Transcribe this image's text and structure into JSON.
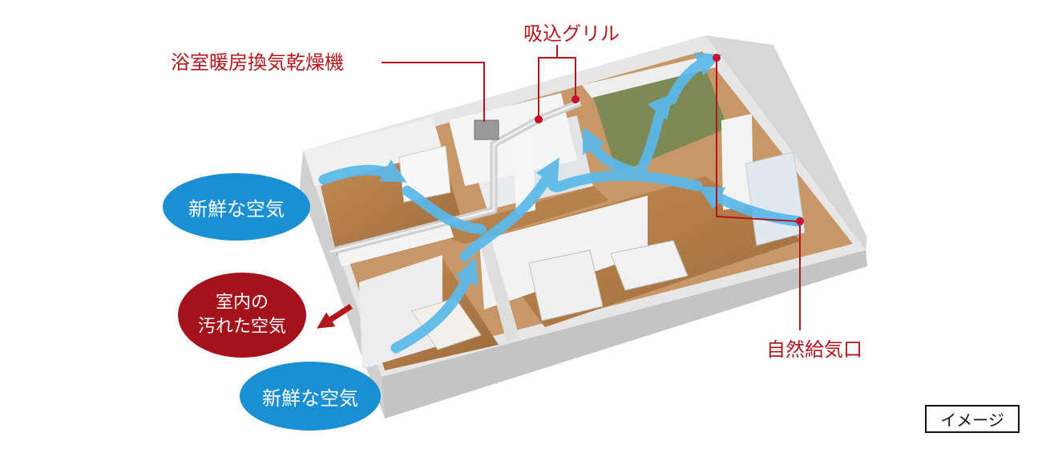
{
  "labels": {
    "bath_dryer": "浴室暖房換気乾燥機",
    "intake_grille": "吸込グリル",
    "natural_inlet": "自然給気口"
  },
  "bubbles": {
    "fresh_air_top": "新鮮な空気",
    "dirty_air_line1": "室内の",
    "dirty_air_line2": "汚れた空気",
    "fresh_air_bottom": "新鮮な空気"
  },
  "image_note": "イメージ",
  "colors": {
    "accent_red": "#b2161c",
    "fresh_blue": "#1a8fd4",
    "dirty_red": "#a4131b",
    "airflow": "#55b4e6",
    "floor_wood": "#b07a45",
    "tatami": "#7d8a55"
  }
}
